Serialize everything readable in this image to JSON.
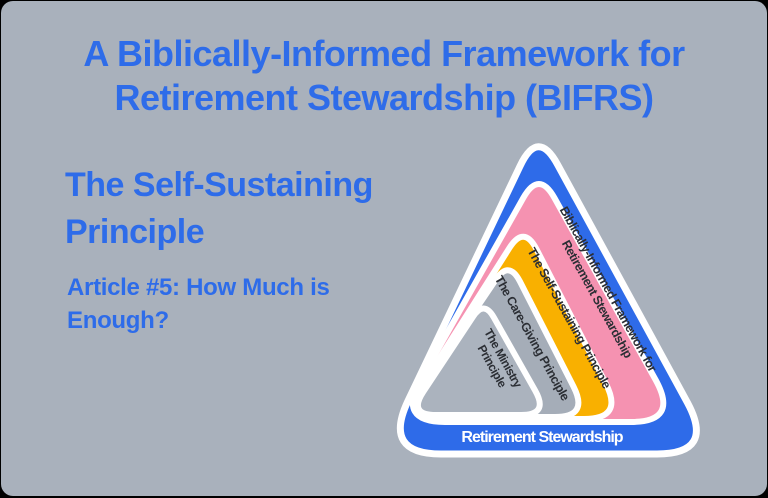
{
  "card": {
    "background": "#a9b1bc",
    "outer_background": "#000000",
    "text_color": "#2e6ce9",
    "title_lines": [
      "A Biblically-Informed Framework for",
      "Retirement Stewardship (BIFRS)"
    ],
    "heading_lines": [
      "The Self-Sustaining",
      "Principle"
    ],
    "article_lines": [
      "Article #5: How Much is",
      "Enough?"
    ]
  },
  "diagram": {
    "outline_color": "#ffffff",
    "label_color": "#2b2e34",
    "layers": [
      {
        "name": "retirement-stewardship",
        "color": "#2e6be9",
        "label": "Retirement Stewardship",
        "label_color": "#ffffff"
      },
      {
        "name": "biblically-informed-framework",
        "color": "#f592b1",
        "label_line1": "Biblically-Informed Framework for",
        "label_line2": "Retirement Stewardship"
      },
      {
        "name": "self-sustaining-principle",
        "color": "#f9b000",
        "label": "The Self-Sustaining Principle"
      },
      {
        "name": "care-giving-principle",
        "color": "#a5adb8",
        "label": "The Care-Giving Principle"
      },
      {
        "name": "ministry-principle",
        "color": "#abb3be",
        "label_line1": "The Ministry",
        "label_line2": "Principle"
      }
    ]
  }
}
